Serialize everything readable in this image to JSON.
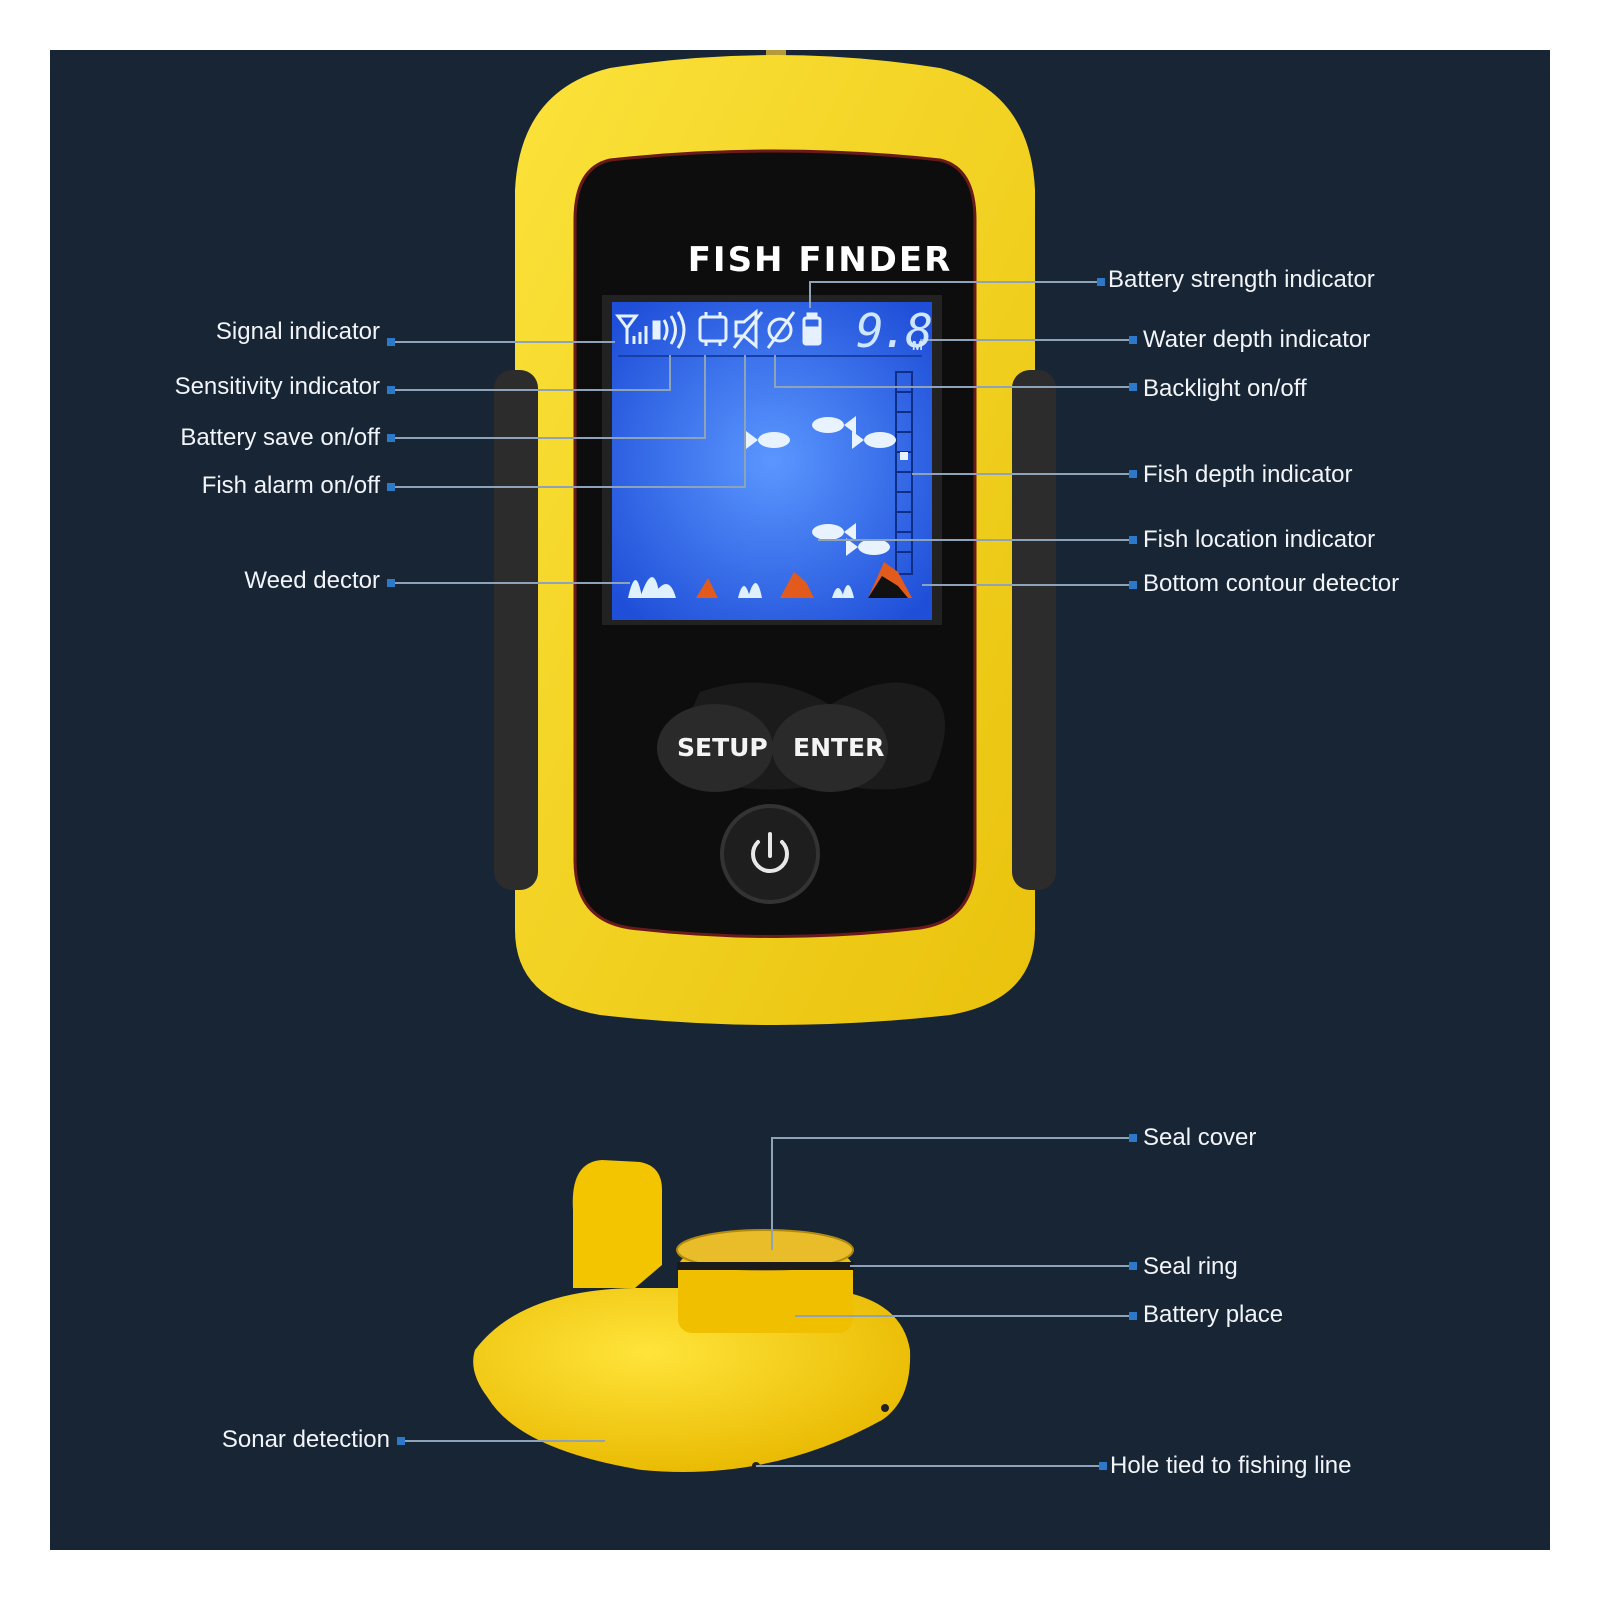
{
  "device": {
    "title": "FISH FINDER",
    "depth_value": "9.8",
    "depth_unit": "M",
    "buttons": {
      "setup": "SETUP",
      "enter": "ENTER",
      "power_icon": "power-icon"
    }
  },
  "callouts_left": [
    "Signal indicator",
    "Sensitivity indicator",
    "Battery save on/off",
    "Fish alarm on/off",
    "Weed dector",
    "Sonar detection"
  ],
  "callouts_right": [
    "Battery strength indicator",
    "Water depth indicator",
    "Backlight on/off",
    "Fish depth indicator",
    "Fish location indicator",
    "Bottom contour detector",
    "Seal cover",
    "Seal ring",
    "Battery place",
    "Hole tied to fishing line"
  ],
  "colors": {
    "background": "#182535",
    "body_yellow": "#f5d41d",
    "screen_blue": "#2f6df0",
    "leader_line": "#8fa3b8",
    "marker": "#2d79c9"
  }
}
